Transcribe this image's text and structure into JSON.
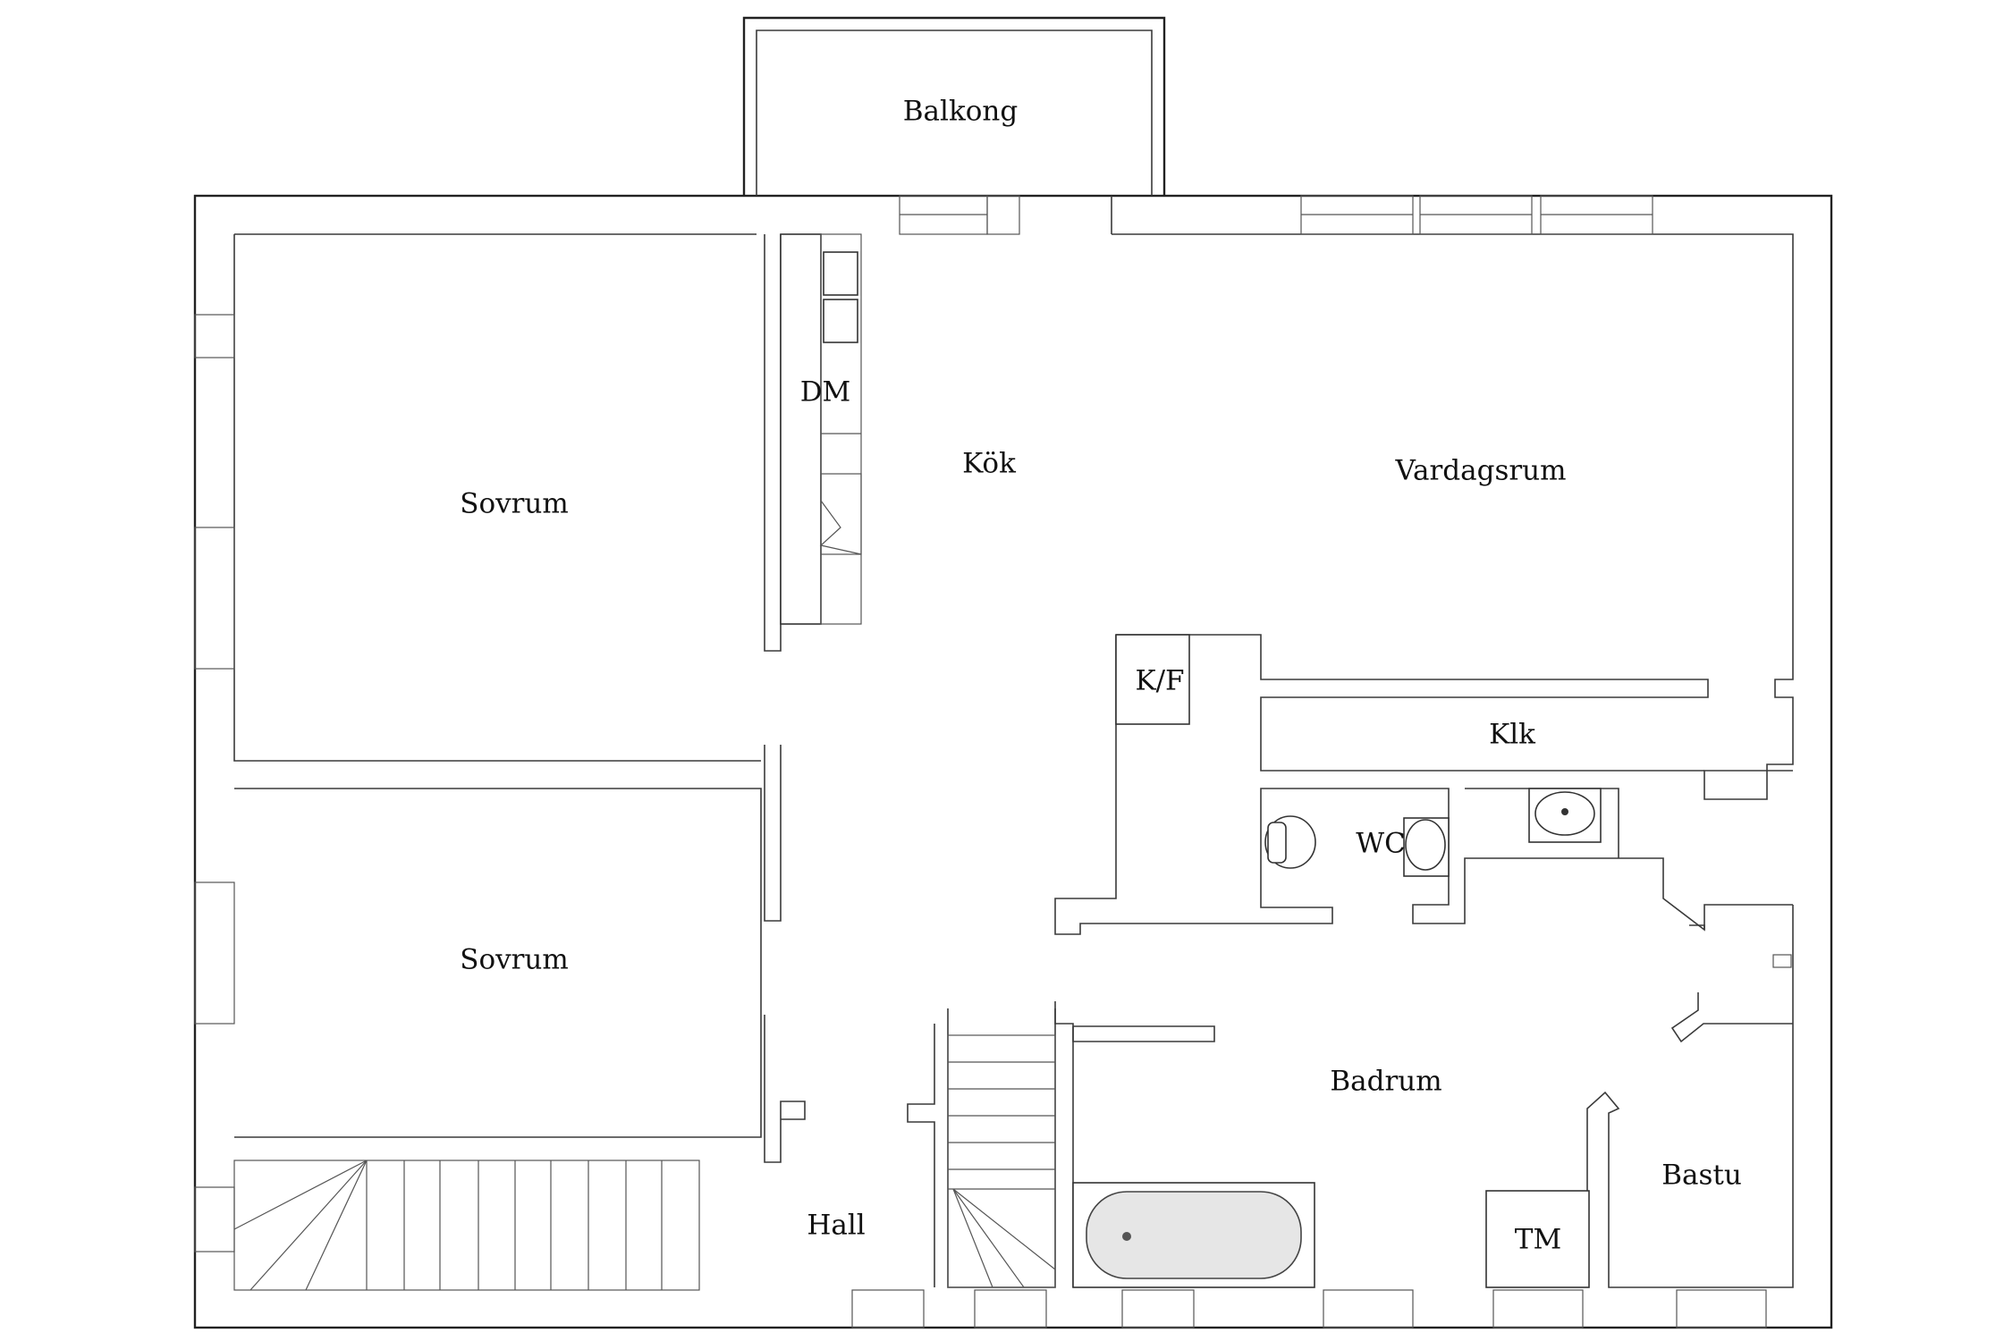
{
  "rooms": {
    "balkong": "Balkong",
    "sovrum_top": "Sovrum",
    "sovrum_bottom": "Sovrum",
    "dm": "DM",
    "kok": "Kök",
    "vardagsrum": "Vardagsrum",
    "kf": "K/F",
    "klk": "Klk",
    "wc": "WC",
    "badrum": "Badrum",
    "hall": "Hall",
    "bastu": "Bastu",
    "tm": "TM"
  },
  "colors": {
    "wall": "#3a3a3a",
    "background": "#ffffff",
    "bathtub": "#e6e6e6"
  }
}
